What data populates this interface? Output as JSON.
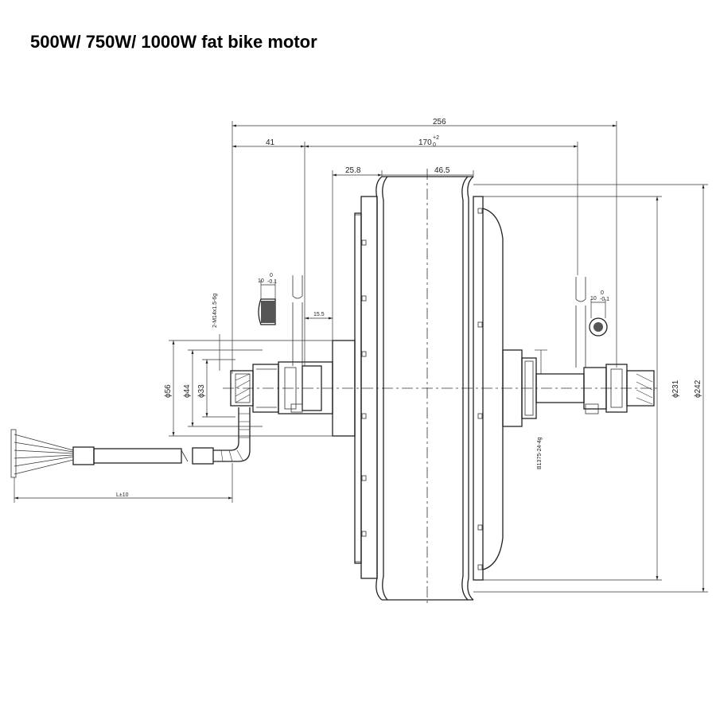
{
  "title": "500W/ 750W/ 1000W fat bike motor",
  "dimensions": {
    "overall_length": "256",
    "left_offset": "41",
    "dropout_width": "170",
    "dropout_tol_upper": "+2",
    "dropout_tol_lower": "0",
    "flange_offset": "25.8",
    "rim_width": "46.5",
    "axle_step": "15.5",
    "slot_width_left": "10",
    "slot_tol_left_upper": "0",
    "slot_tol_left_lower": "-0.1",
    "slot_width_right": "10",
    "slot_tol_right_upper": "0",
    "slot_tol_right_lower": "-0.1",
    "thread_spec": "2-M14x1.5-6g",
    "dia_56": "ϕ56",
    "dia_44": "ϕ44",
    "dia_33": "ϕ33",
    "dia_231": "ϕ231",
    "dia_242": "ϕ242",
    "freewheel_thread": "B1375-24-4g",
    "cable_length": "L±10"
  }
}
